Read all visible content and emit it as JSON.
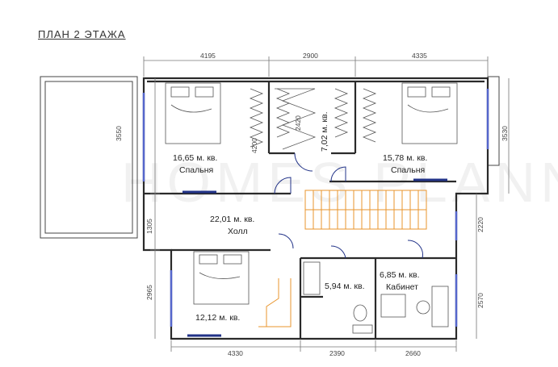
{
  "title": "ПЛАН 2 ЭТАЖА",
  "watermark": "HOMES PLANNER",
  "dims_top": [
    "4195",
    "2900",
    "4335"
  ],
  "dims_bottom": [
    "4330",
    "2390",
    "2660"
  ],
  "dims_left": [
    "3550",
    "1305",
    "2965"
  ],
  "dims_right": [
    "3530",
    "2220",
    "2570"
  ],
  "dims_inner": [
    "4200",
    "2420"
  ],
  "rooms": [
    {
      "area": "16,65",
      "unit": "м. кв.",
      "name": "Спальня"
    },
    {
      "area": "7,02",
      "unit": "м. кв.",
      "name": ""
    },
    {
      "area": "15,78",
      "unit": "м. кв.",
      "name": "Спальня"
    },
    {
      "area": "22,01",
      "unit": "м. кв.",
      "name": "Холл"
    },
    {
      "area": "12,12",
      "unit": "м. кв.",
      "name": ""
    },
    {
      "area": "5,94",
      "unit": "м. кв.",
      "name": ""
    },
    {
      "area": "6,85",
      "unit": "м. кв.",
      "name": "Кабинет"
    }
  ]
}
